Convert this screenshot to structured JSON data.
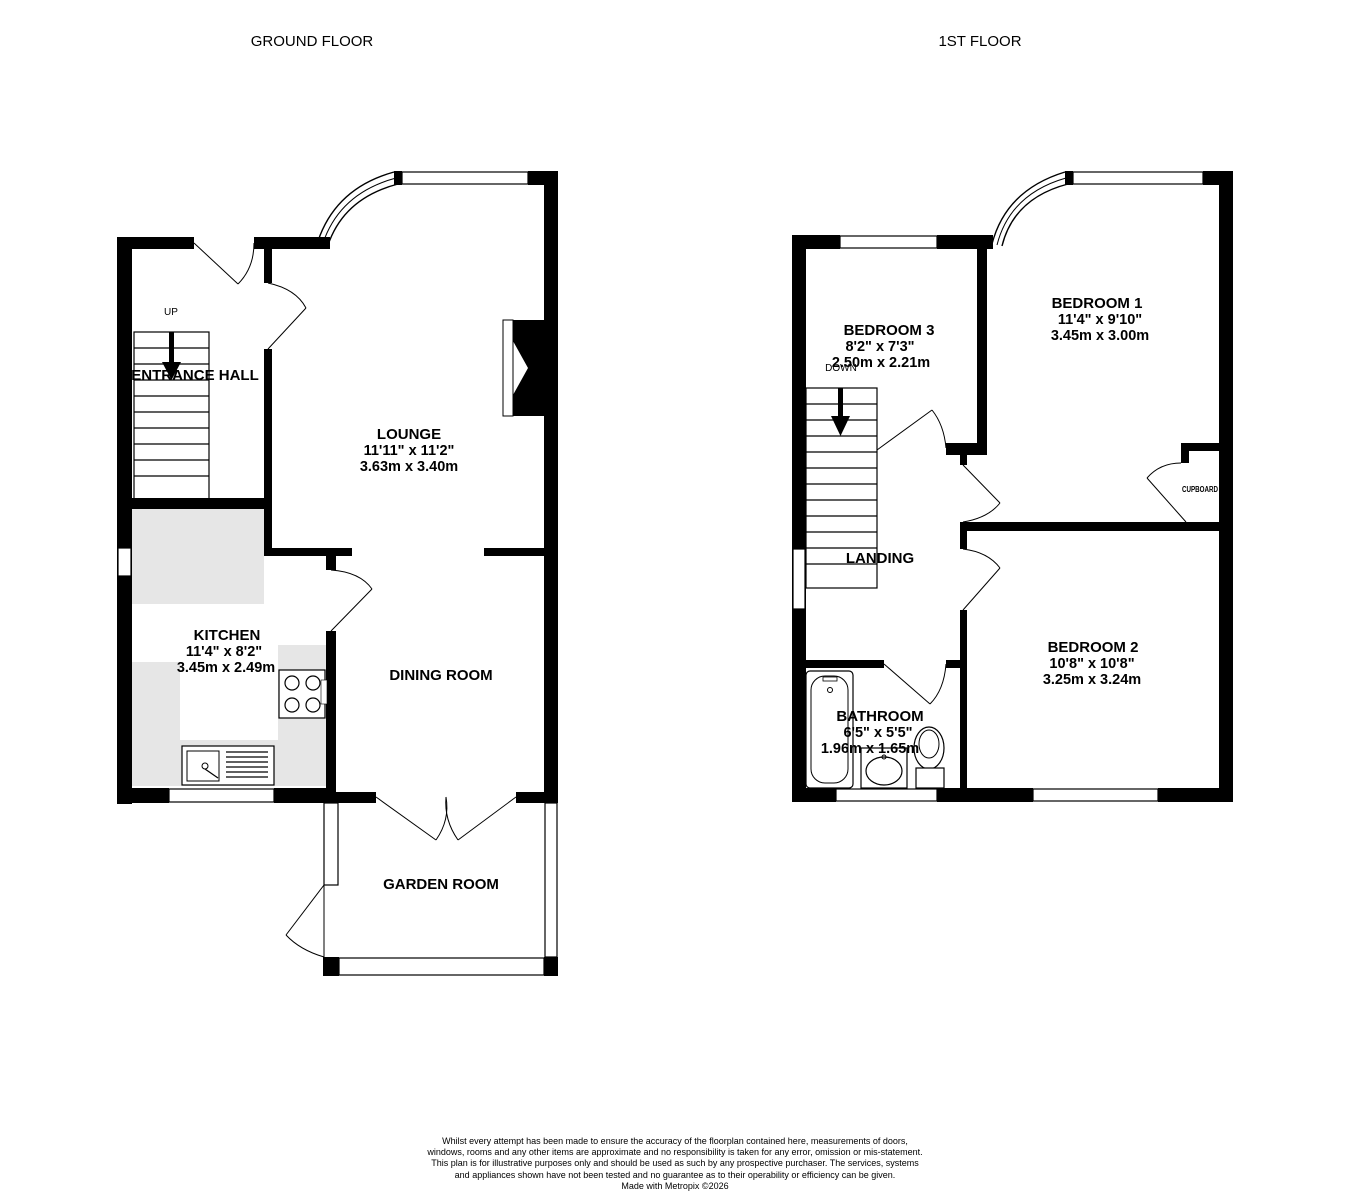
{
  "floors": {
    "ground": "GROUND FLOOR",
    "first": "1ST FLOOR"
  },
  "rooms": {
    "entrance_hall": {
      "name": "ENTRANCE HALL"
    },
    "lounge": {
      "name": "LOUNGE",
      "imperial": "11'11\"  x 11'2\"",
      "metric": "3.63m  x 3.40m"
    },
    "kitchen": {
      "name": "KITCHEN",
      "imperial": "11'4\"  x 8'2\"",
      "metric": "3.45m  x 2.49m"
    },
    "dining_room": {
      "name": "DINING ROOM"
    },
    "garden_room": {
      "name": "GARDEN ROOM"
    },
    "bedroom1": {
      "name": "BEDROOM 1",
      "imperial": "11'4\"  x 9'10\"",
      "metric": "3.45m  x 3.00m"
    },
    "bedroom2": {
      "name": "BEDROOM 2",
      "imperial": "10'8\"  x 10'8\"",
      "metric": "3.25m  x 3.24m"
    },
    "bedroom3": {
      "name": "BEDROOM 3",
      "imperial": "8'2\"  x 7'3\"",
      "metric": "2.50m  x 2.21m"
    },
    "bathroom": {
      "name": "BATHROOM",
      "imperial": "6'5\"  x 5'5\"",
      "metric": "1.96m  x 1.65m"
    },
    "landing": {
      "name": "LANDING"
    },
    "cupboard": {
      "name": "CUPBOARD"
    }
  },
  "stairs": {
    "up": "UP",
    "down": "DOWN"
  },
  "icons": {
    "stair_arrow": "arrow-down-icon",
    "hob": "hob-icon",
    "sink": "sink-icon",
    "bath": "bath-icon",
    "toilet": "toilet-icon",
    "basin": "basin-icon"
  },
  "colors": {
    "wall": "#000000",
    "floor_tile": "#e6e6e6"
  },
  "disclaimer": {
    "text": "Whilst every attempt has been made to ensure the accuracy of the floorplan contained here, measurements of doors, windows, rooms and any other items are approximate and no responsibility is taken for any error, omission or mis-statement. This plan is for illustrative purposes only and should be used as such by any prospective purchaser. The services, systems and appliances shown have not been tested and no guarantee as to their operability or efficiency can be given.",
    "credit": "Made with Metropix ©2026"
  }
}
